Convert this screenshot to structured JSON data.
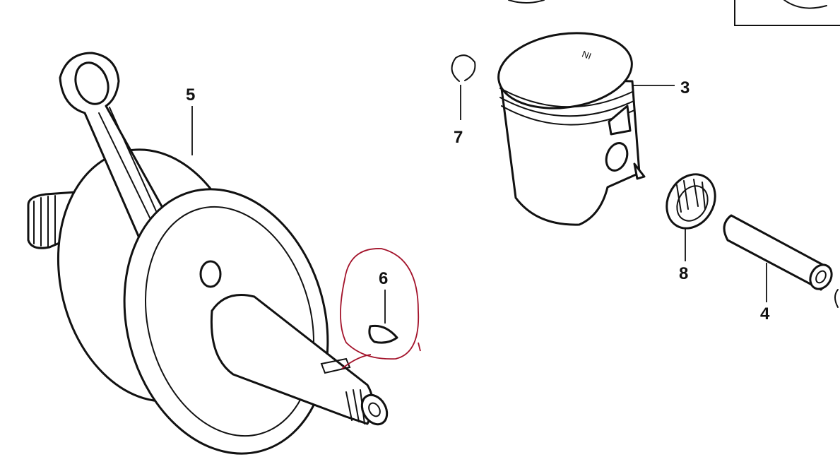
{
  "callouts": {
    "crankshaft": "5",
    "piston": "3",
    "clip": "7",
    "woodruff_key": "6",
    "needle_bearing": "8",
    "piston_pin": "4"
  },
  "piston_mark": "IN",
  "annotation_color": "#a3122a"
}
